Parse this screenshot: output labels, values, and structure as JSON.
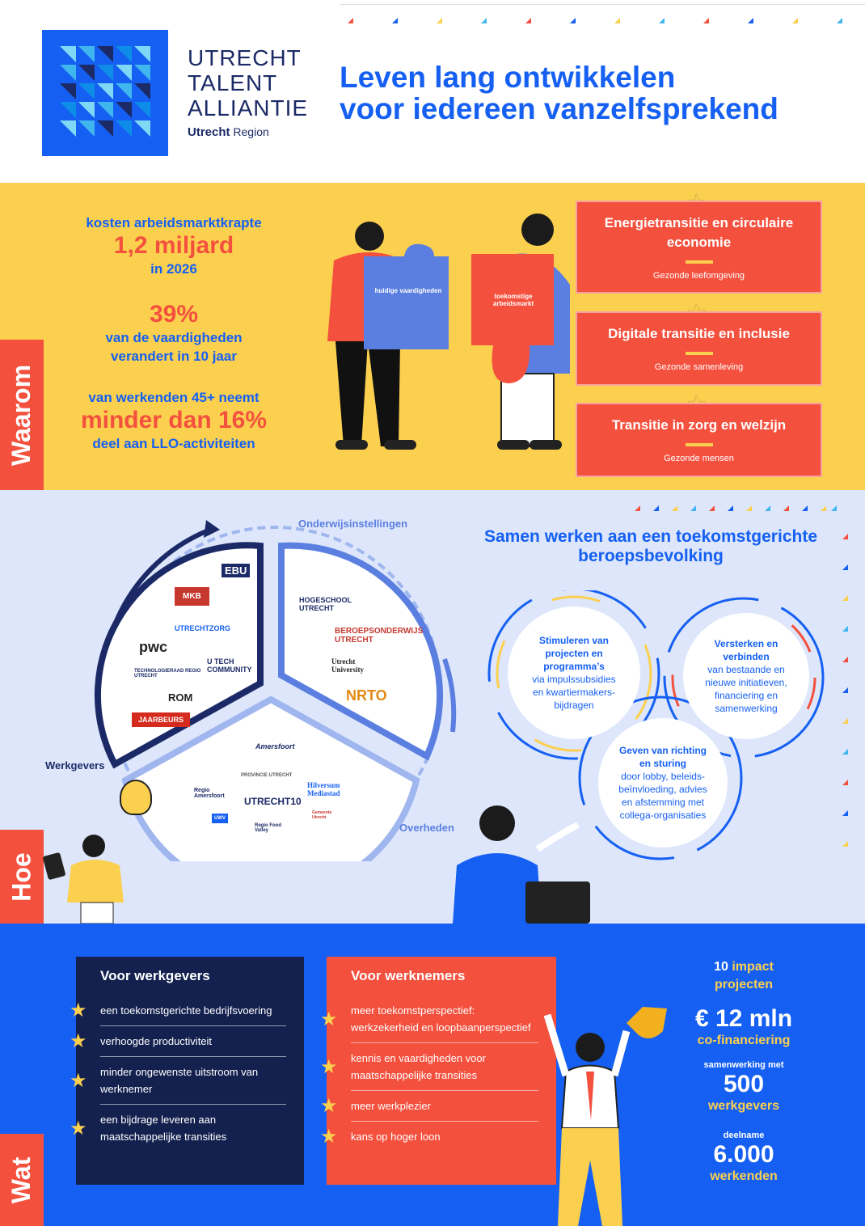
{
  "header": {
    "logo_lines": [
      "UTRECHT",
      "TALENT",
      "ALLIANTIE"
    ],
    "region_bold": "Utrecht",
    "region": "Region",
    "title_line1": "Leven lang ontwikkelen",
    "title_line2": "voor iedereen vanzelfsprekend"
  },
  "waarom": {
    "tab": "Waarom",
    "stat1": {
      "top": "kosten arbeidsmarktkrapte",
      "big": "1,2 miljard",
      "bottom": "in 2026"
    },
    "stat2": {
      "big": "39%",
      "line1": "van de vaardigheden",
      "line2": "verandert in 10 jaar"
    },
    "stat3": {
      "top": "van werkenden 45+ neemt",
      "big": "minder dan 16%",
      "bottom": "deel aan LLO-activiteiten"
    },
    "puzzle_left": "huidige vaardigheden",
    "puzzle_right": "toekomstige arbeidsmarkt",
    "cards": [
      {
        "title": "Energietransitie en circulaire economie",
        "sub": "Gezonde leefomgeving"
      },
      {
        "title": "Digitale transitie en inclusie",
        "sub": "Gezonde samenleving"
      },
      {
        "title": "Transitie in zorg en welzijn",
        "sub": "Gezonde mensen"
      }
    ],
    "colors": {
      "yellow": "#fcd04f",
      "red": "#f4503e",
      "blue": "#1560f2"
    }
  },
  "hoe": {
    "tab": "Hoe",
    "label_onderwijs": "Onderwijsinstellingen",
    "label_werkgevers": "Werkgevers",
    "label_overheden": "Overheden",
    "title": "Samen werken aan een toekomstgerichte beroepsbevolking",
    "bubbles": [
      {
        "bold": "Stimuleren van projecten en programma’s",
        "text": "via impulssubsidies en kwartiermakers-bijdragen"
      },
      {
        "bold": "Versterken en verbinden",
        "text": "van bestaande en nieuwe initiatieven, financiering en samenwerking"
      },
      {
        "bold": "Geven van richting en sturing",
        "text": "door lobby, beleids-beïnvloeding, advies en afstemming met collega-organisaties"
      }
    ],
    "orgs_werkgevers": [
      "EBU",
      "MKB",
      "UTRECHTZORG",
      "pwc",
      "U TECH COMMUNITY",
      "TECHNOLOGIERAAD REGIO UTRECHT",
      "ROM",
      "JAARBEURS"
    ],
    "orgs_onderwijs": [
      "HOGESCHOOL UTRECHT",
      "BEROEPSONDERWIJS UTRECHT",
      "Utrecht University",
      "NRTO"
    ],
    "orgs_overheden": [
      "Amersfoort",
      "PROVINCIE UTRECHT",
      "Regio Amersfoort",
      "Hilversum Mediastad",
      "UTRECHT10",
      "Regio Food Valley",
      "UWV",
      "Gemeente Utrecht"
    ]
  },
  "wat": {
    "tab": "Wat",
    "werkgevers": {
      "title": "Voor werkgevers",
      "items": [
        "een toekomstgerichte bedrijfsvoering",
        "verhoogde productiviteit",
        "minder ongewenste uitstroom van werknemer",
        "een bijdrage leveren aan maatschappelijke transities"
      ]
    },
    "werknemers": {
      "title": "Voor werknemers",
      "items": [
        "meer toekomstperspectief: werkzekerheid en loopbaanperspectief",
        "kennis en vaardigheden voor maatschappelijke transities",
        "meer werkplezier",
        "kans op hoger loon"
      ]
    },
    "kpis": {
      "k1_num": "10",
      "k1_rest": "impact",
      "k1_line2": "projecten",
      "k2_big": "€ 12 mln",
      "k2_sub": "co-financiering",
      "k3_top": "samenwerking met",
      "k3_big": "500",
      "k3_sub": "werkgevers",
      "k4_top": "deelname",
      "k4_big": "6.000",
      "k4_sub": "werkenden"
    }
  }
}
